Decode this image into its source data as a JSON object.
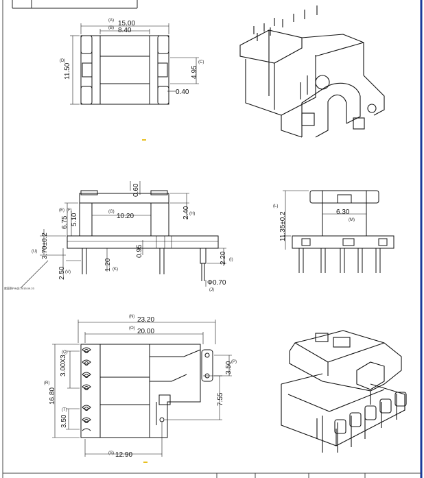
{
  "drawing": {
    "top_view": {
      "tags": {
        "a": "(A)",
        "b": "(B)",
        "c": "(C)",
        "d": "(D)"
      },
      "dims": {
        "width": "15.00",
        "inner": "8.40",
        "pin_pitch": "4.95",
        "height": "11.50",
        "slot": "0.40"
      }
    },
    "side_view": {
      "tags": {
        "e": "(E)",
        "f": "(F)",
        "g": "(G)",
        "h": "(H)",
        "u": "(U)",
        "v": "(V)",
        "k": "(K)",
        "i": "(I)",
        "j": "(J)"
      },
      "dims": {
        "top_gap": "0.60",
        "height_e": "6.75",
        "height_f": "5.10",
        "core": "10.20",
        "flange": "2.40",
        "base": "3.70±0.2",
        "standoff": "2.50",
        "pin_len": "1.20",
        "pin_gap": "0.95",
        "pin_drop": "2.20",
        "pin_dia": "Φ0.70"
      },
      "note": "底面到PIN尖 2015.09.23"
    },
    "end_view": {
      "tags": {
        "l": "(L)",
        "m": "(M)"
      },
      "dims": {
        "height": "11.35±0.2",
        "window": "6.30"
      }
    },
    "bottom_view": {
      "tags": {
        "n": "(N)",
        "o": "(O)",
        "p": "(P)",
        "q": "(Q)",
        "r": "(R)",
        "t": "(T)",
        "s": "(S)"
      },
      "dims": {
        "overall": "23.20",
        "body": "20.00",
        "pin_row": "3.50",
        "pitch": "3.00X3",
        "depth": "16.80",
        "edge": "3.50",
        "span": "7.55",
        "base": "12.90"
      }
    }
  }
}
